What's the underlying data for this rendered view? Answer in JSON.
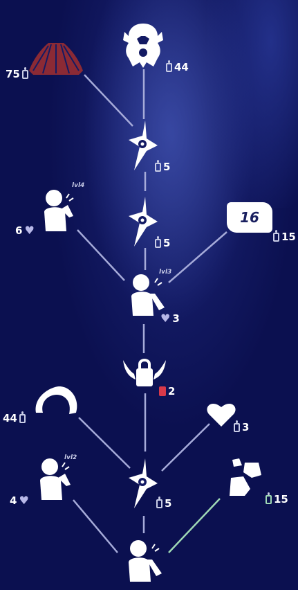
{
  "tree": {
    "nodes": [
      {
        "id": "hair-top",
        "icon": "mask-hair-icon",
        "cost": "44",
        "currency": "candle-icon"
      },
      {
        "id": "cape",
        "icon": "cape-icon",
        "cost": "75",
        "currency": "candle-icon"
      },
      {
        "id": "star-1",
        "icon": "wing-buff-icon",
        "cost": "5",
        "currency": "candle-icon"
      },
      {
        "id": "star-2",
        "icon": "wing-buff-icon",
        "cost": "5",
        "currency": "candle-icon"
      },
      {
        "id": "emote-lvl4",
        "icon": "emote-icon",
        "level": "lvl4",
        "cost": "6",
        "currency": "heart-icon"
      },
      {
        "id": "music-sheet",
        "icon": "music-sheet-icon",
        "label": "16",
        "cost": "15",
        "currency": "candle-icon"
      },
      {
        "id": "emote-lvl3",
        "icon": "emote-icon",
        "level": "lvl3",
        "cost": "3",
        "currency": "heart-icon"
      },
      {
        "id": "lock",
        "icon": "winged-lock-icon",
        "cost": "2",
        "currency": "ticket-icon"
      },
      {
        "id": "hair",
        "icon": "hair-icon",
        "cost": "44",
        "currency": "candle-icon"
      },
      {
        "id": "heart-gift",
        "icon": "heart-icon",
        "cost": "3",
        "currency": "candle-icon"
      },
      {
        "id": "star-3",
        "icon": "wing-buff-icon",
        "cost": "5",
        "currency": "candle-icon"
      },
      {
        "id": "emote-lvl2",
        "icon": "emote-icon",
        "level": "lvl2",
        "cost": "4",
        "currency": "heart-icon"
      },
      {
        "id": "prop-rock",
        "icon": "prop-rock-icon",
        "cost": "15",
        "currency": "season-candle-icon"
      },
      {
        "id": "emote-base",
        "icon": "emote-icon"
      }
    ]
  },
  "colors": {
    "background": "#131a63",
    "line": "#a6abd9",
    "line-green": "#9fd9b5",
    "cape": "#8b2a35",
    "ticket": "#d8394a",
    "season-candle": "#9fd9b5"
  }
}
